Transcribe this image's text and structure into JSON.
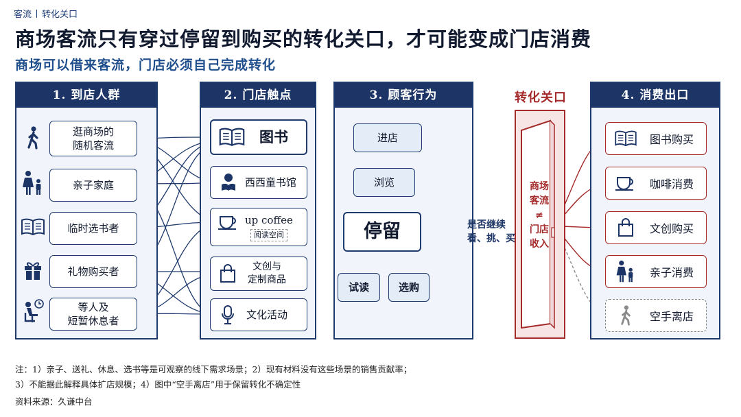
{
  "breadcrumb": {
    "section": "客流",
    "topic": "转化关口"
  },
  "title": "商场客流只有穿过停留到购买的转化关口，才可能变成门店消费",
  "subtitle": "商场可以借来客流，门店必须自己完成转化",
  "panels": {
    "p1": {
      "header": "1. 到店人群",
      "items": [
        {
          "label": "逛商场的\n随机客流",
          "icon": "walking-person-icon"
        },
        {
          "label": "亲子家庭",
          "icon": "family-icon"
        },
        {
          "label": "临时选书者",
          "icon": "open-book-icon"
        },
        {
          "label": "礼物购买者",
          "icon": "gift-icon"
        },
        {
          "label": "等人及\n短暂休息者",
          "icon": "waiting-person-clock-icon"
        }
      ]
    },
    "p2": {
      "header": "2. 门店触点",
      "items": [
        {
          "label": "图书",
          "icon": "open-book-icon"
        },
        {
          "label": "西西童书馆",
          "icon": "child-reading-icon"
        },
        {
          "label": "up coffee",
          "sublabel": "阅读空间",
          "icon": "coffee-cup-icon"
        },
        {
          "label": "文创与\n定制商品",
          "icon": "shopping-bag-icon"
        },
        {
          "label": "文化活动",
          "icon": "microphone-icon"
        }
      ]
    },
    "p3": {
      "header": "3. 顾客行为",
      "steps": {
        "enter": "进店",
        "browse": "浏览",
        "stay": "停留",
        "trial": "试读",
        "select": "选购"
      },
      "decision": [
        "是否继续",
        "看、挑、买"
      ]
    },
    "gate": {
      "title": "转化关口",
      "text": [
        "商场",
        "客流",
        "≠",
        "门店",
        "收入"
      ]
    },
    "p4": {
      "header": "4. 消费出口",
      "items": [
        {
          "label": "图书购买",
          "icon": "open-book-icon"
        },
        {
          "label": "咖啡消费",
          "icon": "coffee-cup-icon"
        },
        {
          "label": "文创购买",
          "icon": "shopping-bag-icon"
        },
        {
          "label": "亲子消费",
          "icon": "family-icon"
        },
        {
          "label": "空手离店",
          "icon": "walking-person-icon"
        }
      ]
    }
  },
  "notes": {
    "line1": "注：1）亲子、送礼、休息、选书等是可观察的线下需求场景；2）现有材料没有这些场景的销售贡献率；",
    "line2": "3）不能据此解释具体扩店规模；4）图中“空手离店”用于保留转化不确定性",
    "source": "资料来源：久谦中台"
  },
  "colors": {
    "navy": "#1c3566",
    "red": "#a52a2a",
    "panel_bg": "#f1f5fb",
    "gate_bg": "#f7e4e4",
    "grey": "#8a8a8a"
  }
}
